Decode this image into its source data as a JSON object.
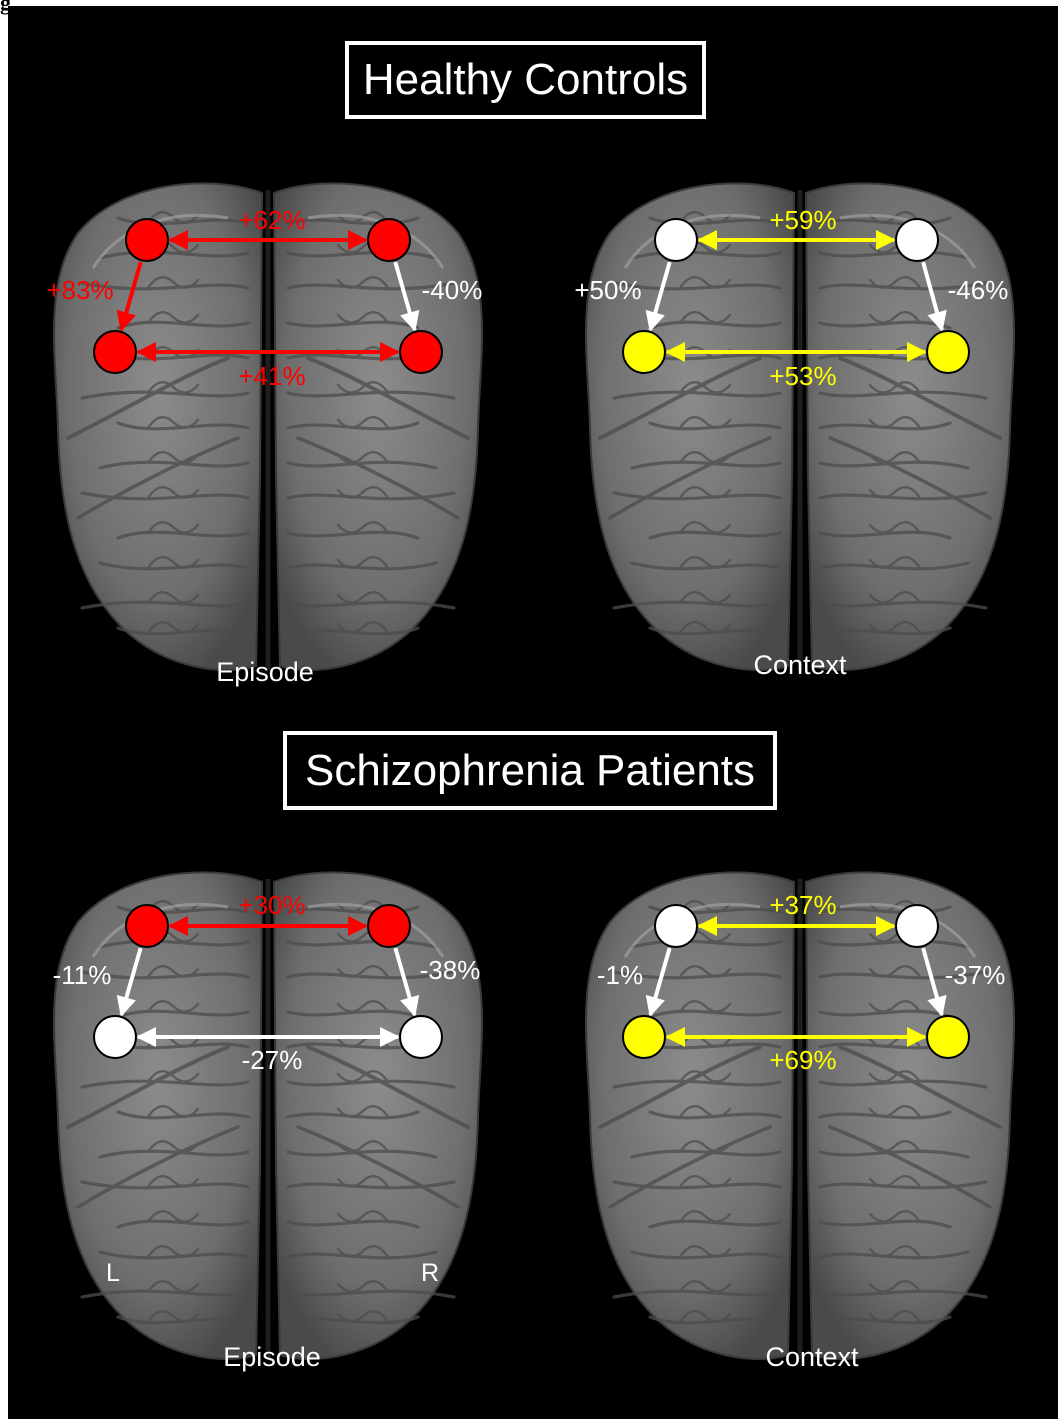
{
  "figure_label": "g",
  "groups": [
    {
      "title": "Healthy Controls",
      "panels": [
        {
          "caption": "Episode",
          "nodes": {
            "topL": "#ff0000",
            "topR": "#ff0000",
            "botL": "#ff0000",
            "botR": "#ff0000"
          },
          "edges": [
            {
              "id": "top",
              "label": "+62%",
              "color": "#ff0000"
            },
            {
              "id": "bottom",
              "label": "+41%",
              "color": "#ff0000"
            },
            {
              "id": "left",
              "label": "+83%",
              "color": "#ff0000"
            },
            {
              "id": "right",
              "label": "-40%",
              "color": "#ffffff"
            }
          ]
        },
        {
          "caption": "Context",
          "nodes": {
            "topL": "#ffffff",
            "topR": "#ffffff",
            "botL": "#ffff00",
            "botR": "#ffff00"
          },
          "edges": [
            {
              "id": "top",
              "label": "+59%",
              "color": "#ffff00"
            },
            {
              "id": "bottom",
              "label": "+53%",
              "color": "#ffff00"
            },
            {
              "id": "left",
              "label": "+50%",
              "color": "#ffffff"
            },
            {
              "id": "right",
              "label": "-46%",
              "color": "#ffffff"
            }
          ]
        }
      ]
    },
    {
      "title": "Schizophrenia Patients",
      "panels": [
        {
          "caption": "Episode",
          "hemisphere_labels": {
            "left": "L",
            "right": "R"
          },
          "nodes": {
            "topL": "#ff0000",
            "topR": "#ff0000",
            "botL": "#ffffff",
            "botR": "#ffffff"
          },
          "edges": [
            {
              "id": "top",
              "label": "+30%",
              "color": "#ff0000"
            },
            {
              "id": "bottom",
              "label": "-27%",
              "color": "#ffffff"
            },
            {
              "id": "left",
              "label": "-11%",
              "color": "#ffffff"
            },
            {
              "id": "right",
              "label": "-38%",
              "color": "#ffffff"
            }
          ]
        },
        {
          "caption": "Context",
          "nodes": {
            "topL": "#ffffff",
            "topR": "#ffffff",
            "botL": "#ffff00",
            "botR": "#ffff00"
          },
          "edges": [
            {
              "id": "top",
              "label": "+37%",
              "color": "#ffff00"
            },
            {
              "id": "bottom",
              "label": "+69%",
              "color": "#ffff00"
            },
            {
              "id": "left",
              "label": "-1%",
              "color": "#ffffff"
            },
            {
              "id": "right",
              "label": "-37%",
              "color": "#ffffff"
            }
          ]
        }
      ]
    }
  ]
}
